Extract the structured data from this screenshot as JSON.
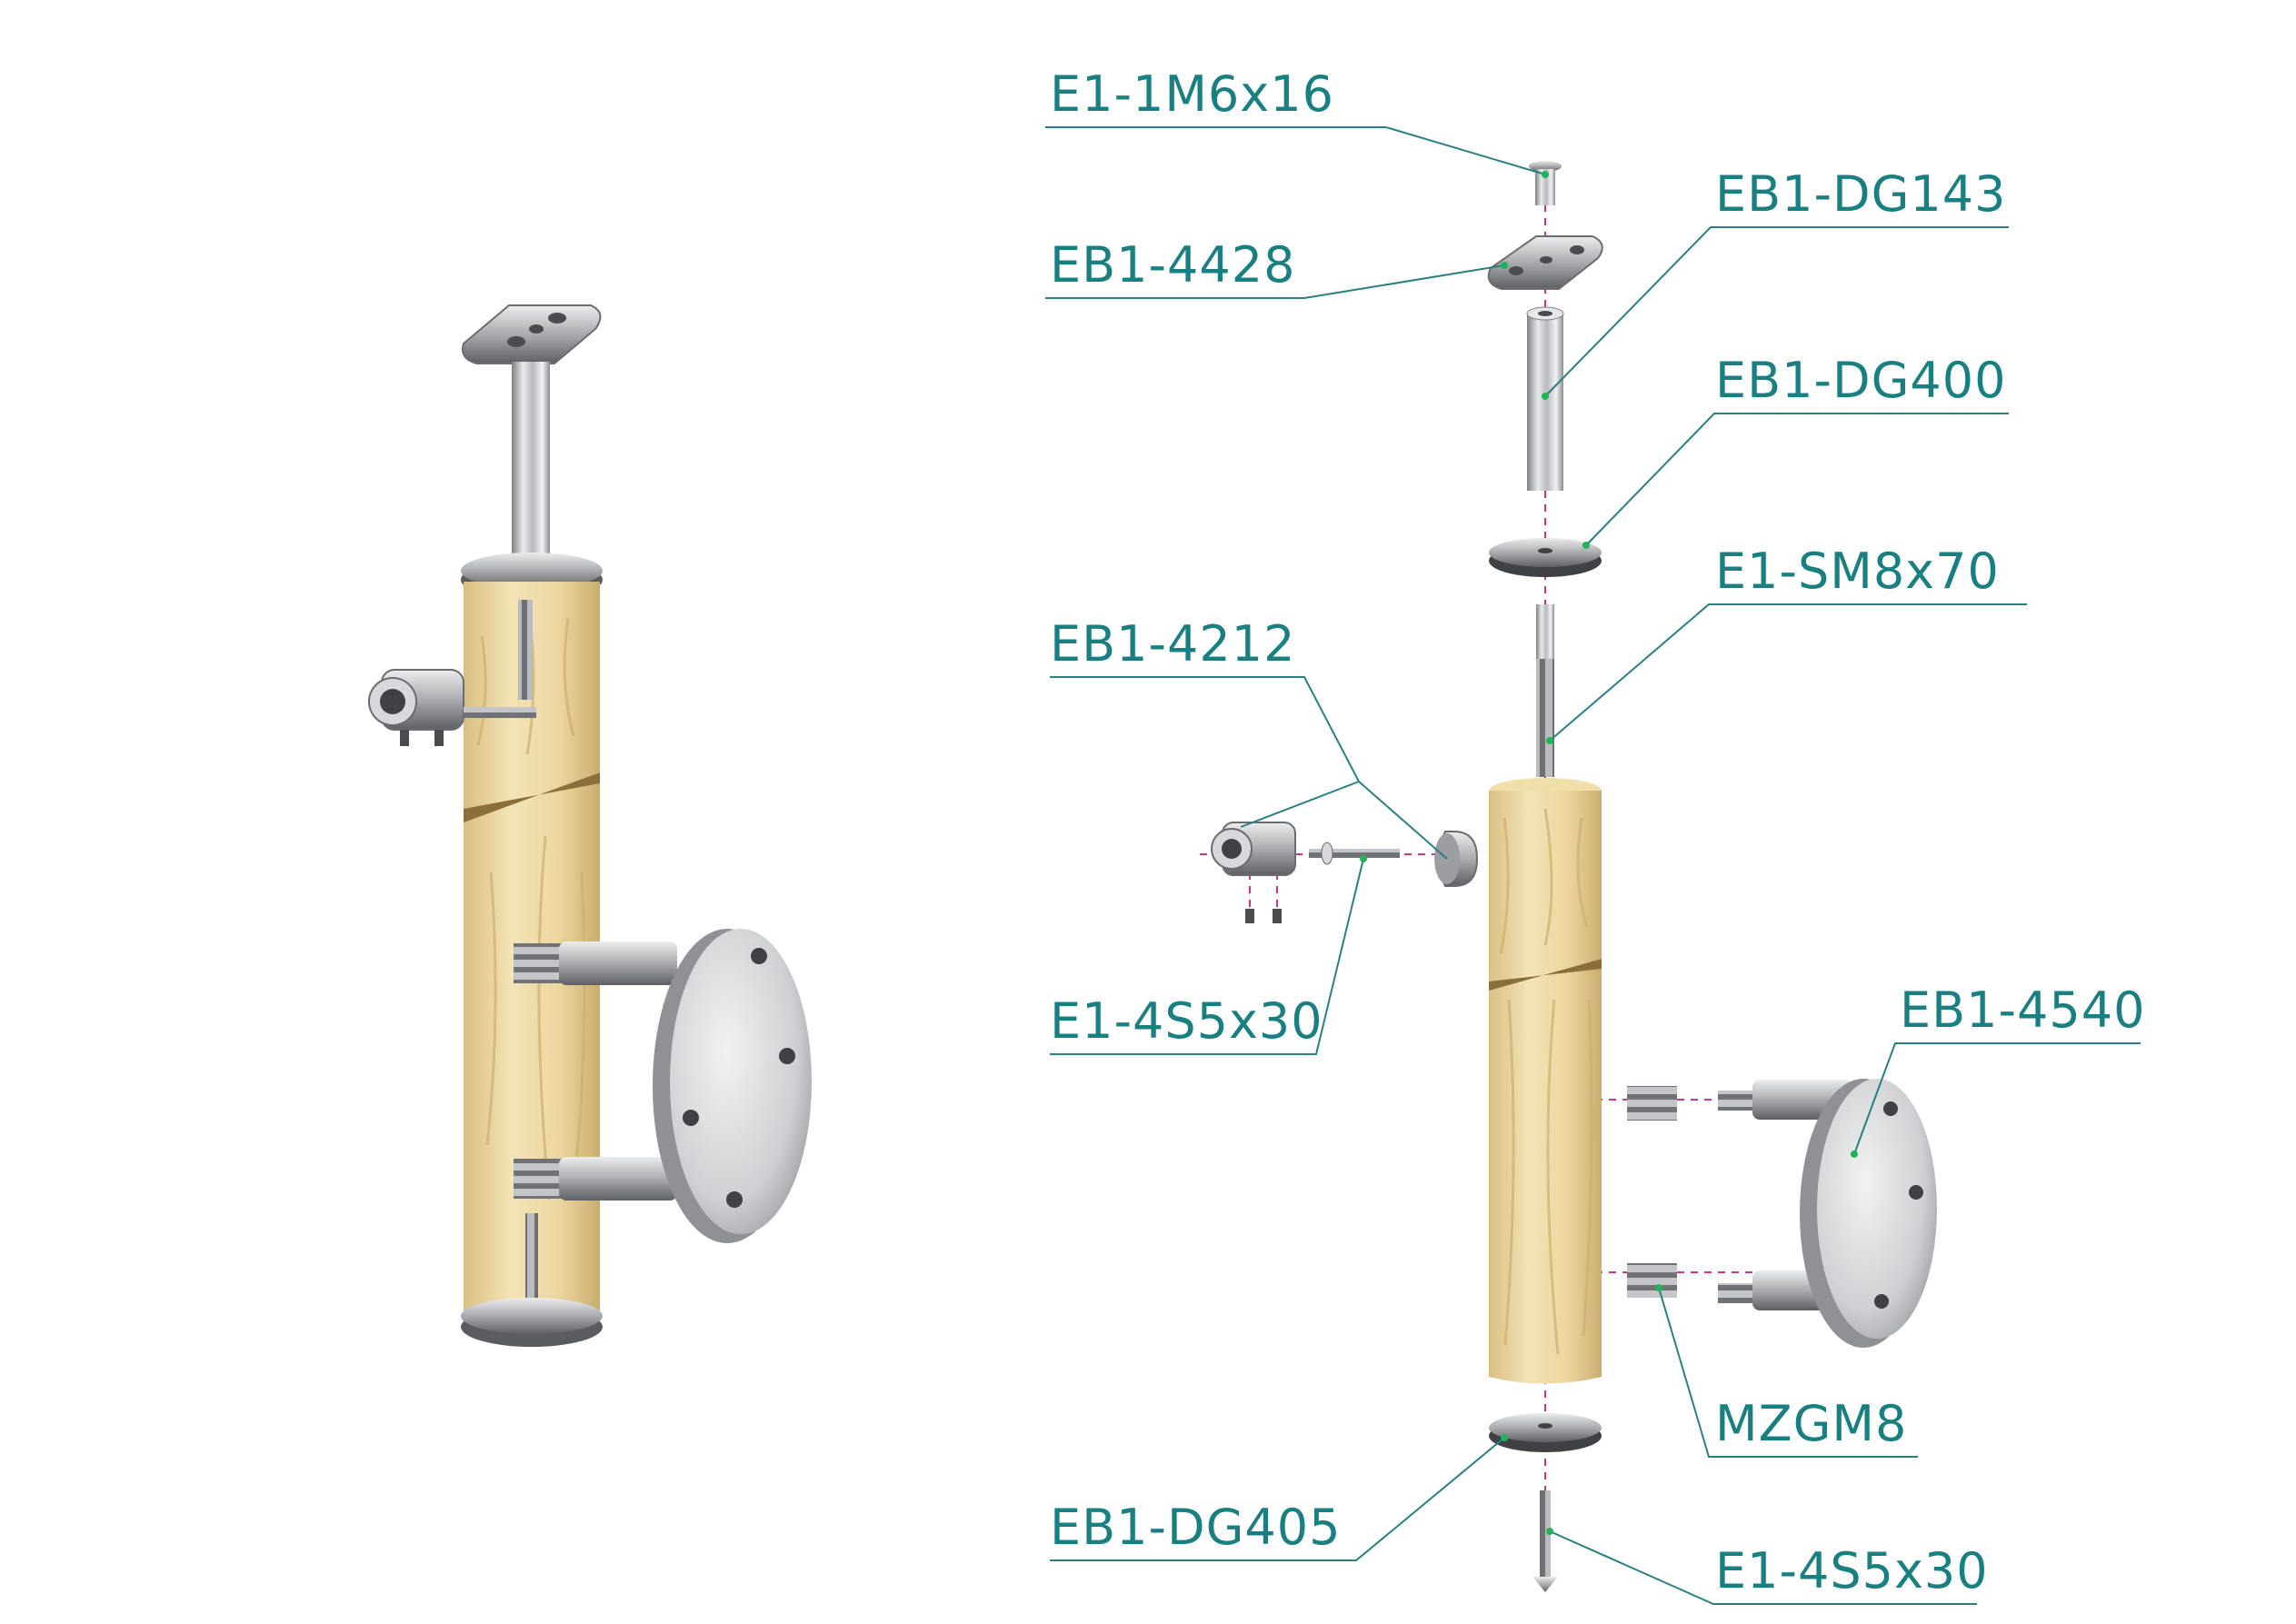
{
  "labels": {
    "e1_1m6x16": "E1-1M6x16",
    "eb1_4428": "EB1-4428",
    "eb1_dg143": "EB1-DG143",
    "eb1_dg400": "EB1-DG400",
    "e1_sm8x70": "E1-SM8x70",
    "eb1_4212": "EB1-4212",
    "e1_4s5x30_left": "E1-4S5x30",
    "eb1_4540": "EB1-4540",
    "mzgm8": "MZGM8",
    "eb1_dg405": "EB1-DG405",
    "e1_4s5x30_bottom": "E1-4S5x30"
  },
  "colors": {
    "label_text": "#1a7f80",
    "leader_line": "#2b7f82",
    "axis_dash": "#d0348a",
    "marker_dot": "#22b35a",
    "wood": "#ecd7a2",
    "steel": "#c8c9cc"
  }
}
